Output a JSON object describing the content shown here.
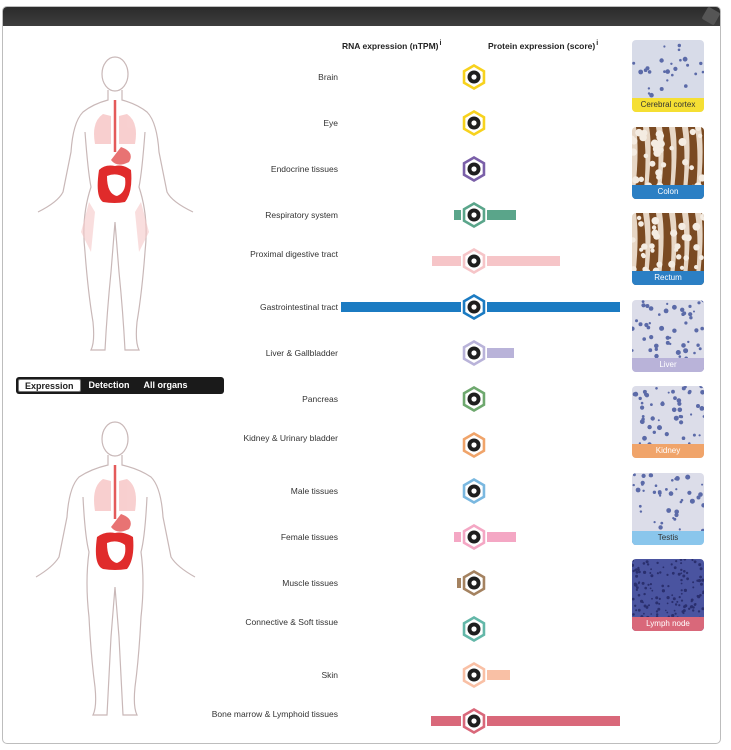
{
  "tabs": [
    {
      "label": "Expression",
      "active": true
    },
    {
      "label": "Detection",
      "active": false
    },
    {
      "label": "All organs",
      "active": false
    }
  ],
  "columns": {
    "rna": "RNA expression (nTPM)",
    "protein": "Protein expression (score)",
    "info_mark": "i"
  },
  "organs": [
    {
      "label": "Brain",
      "color": "#f7d21e",
      "icon": "brain-icon",
      "rna": 0.0,
      "protein": 0.0
    },
    {
      "label": "Eye",
      "color": "#f7d21e",
      "icon": "eye-icon",
      "rna": 0.0,
      "protein": 0.0
    },
    {
      "label": "Endocrine tissues",
      "color": "#7a5fa8",
      "icon": "thyroid-icon",
      "rna": 0.0,
      "protein": 0.0
    },
    {
      "label": "Respiratory system",
      "color": "#5aa58a",
      "icon": "lungs-icon",
      "rna": 0.06,
      "protein": 0.22
    },
    {
      "label": "Proximal digestive tract",
      "color": "#f6c5c8",
      "icon": "tooth-icon",
      "rna": 0.24,
      "protein": 0.55
    },
    {
      "label": "Gastrointestinal tract",
      "color": "#1b7bc2",
      "icon": "stomach-icon",
      "rna": 1.0,
      "protein": 1.0
    },
    {
      "label": "Liver & Gallbladder",
      "color": "#b9b3d9",
      "icon": "liver-icon",
      "rna": 0.0,
      "protein": 0.2
    },
    {
      "label": "Pancreas",
      "color": "#6ea86e",
      "icon": "pancreas-icon",
      "rna": 0.0,
      "protein": 0.0
    },
    {
      "label": "Kidney & Urinary bladder",
      "color": "#f0a46a",
      "icon": "kidney-icon",
      "rna": 0.0,
      "protein": 0.0
    },
    {
      "label": "Male tissues",
      "color": "#7ab8e0",
      "icon": "male-icon",
      "rna": 0.0,
      "protein": 0.0
    },
    {
      "label": "Female tissues",
      "color": "#f4a7c4",
      "icon": "uterus-icon",
      "rna": 0.06,
      "protein": 0.22
    },
    {
      "label": "Muscle tissues",
      "color": "#a48260",
      "icon": "muscle-icon",
      "rna": 0.03,
      "protein": 0.0
    },
    {
      "label": "Connective & Soft tissue",
      "color": "#63b7a8",
      "icon": "connective-icon",
      "rna": 0.0,
      "protein": 0.0
    },
    {
      "label": "Skin",
      "color": "#f9c0a5",
      "icon": "skin-icon",
      "rna": 0.0,
      "protein": 0.17
    },
    {
      "label": "Bone marrow & Lymphoid tissues",
      "color": "#d9687a",
      "icon": "lymph-icon",
      "rna": 0.25,
      "protein": 1.0
    }
  ],
  "tissues": [
    {
      "label": "Cerebral cortex",
      "color": "#f5df33",
      "dark": true,
      "texture": "cortex"
    },
    {
      "label": "Colon",
      "color": "#2b7fc4",
      "dark": false,
      "texture": "brown"
    },
    {
      "label": "Rectum",
      "color": "#2b7fc4",
      "dark": false,
      "texture": "brown"
    },
    {
      "label": "Liver",
      "color": "#b9b3d9",
      "dark": false,
      "texture": "cells"
    },
    {
      "label": "Kidney",
      "color": "#f0a46a",
      "dark": false,
      "texture": "cells"
    },
    {
      "label": "Testis",
      "color": "#8ac6ec",
      "dark": true,
      "texture": "cells"
    },
    {
      "label": "Lymph node",
      "color": "#d9687a",
      "dark": false,
      "texture": "dense"
    }
  ]
}
